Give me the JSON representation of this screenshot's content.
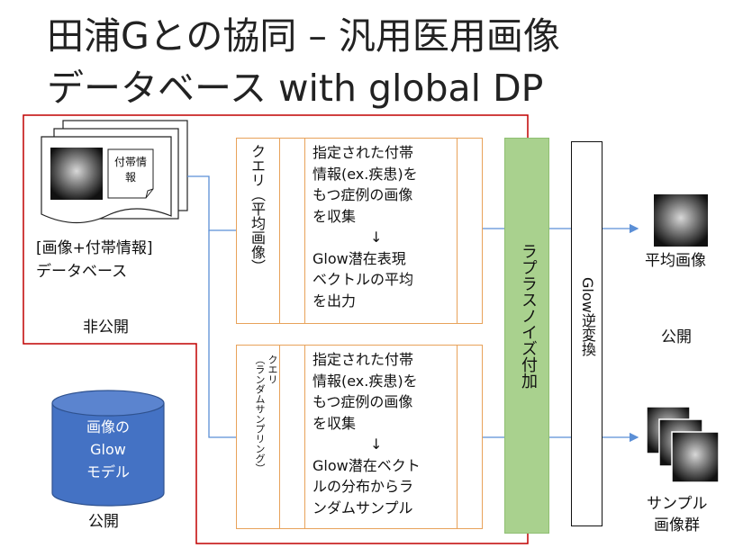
{
  "title": {
    "line1": "田浦Gとの協同 – 汎用医用画像",
    "line2": "データベース with global DP"
  },
  "database": {
    "tag": "付帯情報",
    "label_line1": "[画像+付帯情報]",
    "label_line2": "データベース",
    "visibility": "非公開"
  },
  "glow_model": {
    "text_line1": "画像の",
    "text_line2": "Glow",
    "text_line3": "モデル",
    "visibility": "公開"
  },
  "query_average": {
    "header": "クエリ（平均画像）",
    "lines": [
      "指定された付帯",
      "情報(ex.疾患)を",
      "もつ症例の画像",
      "を収集",
      "↓",
      "Glow潜在表現",
      "ベクトルの平均",
      "を出力"
    ]
  },
  "query_random": {
    "header_line1": "クエリ",
    "header_line2": "（ランダムサンプリング）",
    "lines": [
      "指定された付帯",
      "情報(ex.疾患)を",
      "もつ症例の画像",
      "を収集",
      "↓",
      "Glow潜在ベクト",
      "ルの分布からラ",
      "ンダムサンプル"
    ]
  },
  "laplace_noise": "ラプラスノイズ付加",
  "glow_inverse": "Glow逆変換",
  "outputs": {
    "average_image": "平均画像",
    "public": "公開",
    "samples_line1": "サンプル",
    "samples_line2": "画像群"
  },
  "colors": {
    "private_border": "#c00000",
    "panel_border": "#e8a25a",
    "arrow": "#5b8fd6",
    "laplace_fill": "#a9d18e",
    "glow_cylinder": "#4472c4"
  }
}
